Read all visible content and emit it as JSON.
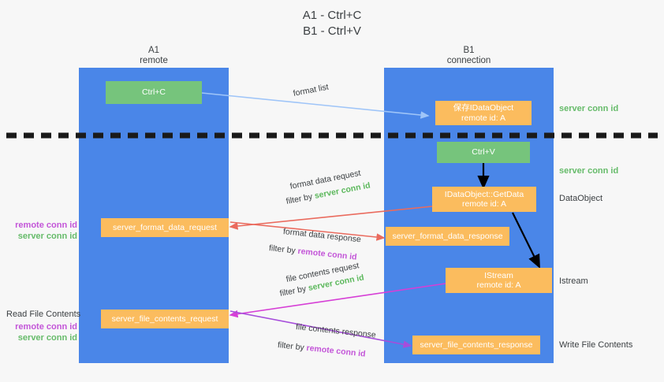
{
  "title": "A1 - Ctrl+C\nB1 - Ctrl+V",
  "columns": [
    {
      "name": "A1",
      "sub": "remote"
    },
    {
      "name": "B1",
      "sub": "connection"
    }
  ],
  "nodes": {
    "ctrl_c": "Ctrl+C",
    "ctrl_v": "Ctrl+V",
    "save_dataobject": {
      "line1": "保存IDataObject",
      "line2": "remote id: A"
    },
    "getdata": {
      "line1": "IDataObject::GetData",
      "line2": "remote id: A"
    },
    "istream": {
      "line1": "IStream",
      "line2": "remote id: A"
    },
    "server_format_data_request": "server_format_data_request",
    "server_format_data_response": "server_format_data_response",
    "server_file_contents_request": "server_file_contents_request",
    "server_file_contents_response": "server_file_contents_response"
  },
  "right_labels": {
    "server_conn_id_top": "server conn id",
    "server_conn_id_mid": "server conn id",
    "dataobject": "DataObject",
    "istream": "Istream",
    "write_file_contents": "Write File Contents"
  },
  "left_labels": {
    "remote_conn_id_1": "remote conn id",
    "server_conn_id_1": "server conn id",
    "read_file_contents": "Read File Contents",
    "remote_conn_id_2": "remote conn id",
    "server_conn_id_2": "server conn id"
  },
  "edges": {
    "format_list": "format list",
    "format_data_request": "format data request",
    "format_data_request_filter_pre": "filter by ",
    "format_data_request_filter_key": "server conn id",
    "format_data_response": "format data response",
    "format_data_response_filter_pre": "filter by ",
    "format_data_response_filter_key": "remote conn id",
    "file_contents_request": "file contents request",
    "file_contents_request_filter_pre": "filter by ",
    "file_contents_request_filter_key": "server conn id",
    "file_contents_response": "file contents response",
    "file_contents_response_filter_pre": "filter by ",
    "file_contents_response_filter_key": "remote conn id"
  },
  "colors": {
    "lane": "#4a86e8",
    "node_orange": "#fbbc5e",
    "node_green": "#76c47c",
    "server_conn_id": "#66bb6a",
    "remote_conn_id": "#c355d8",
    "arrow_blue": "#9fc5f8",
    "arrow_red": "#ea6b5e",
    "arrow_magenta": "#d63fd6",
    "arrow_purple": "#a64ddb",
    "arrow_black": "#000000",
    "background": "#f7f7f7"
  }
}
